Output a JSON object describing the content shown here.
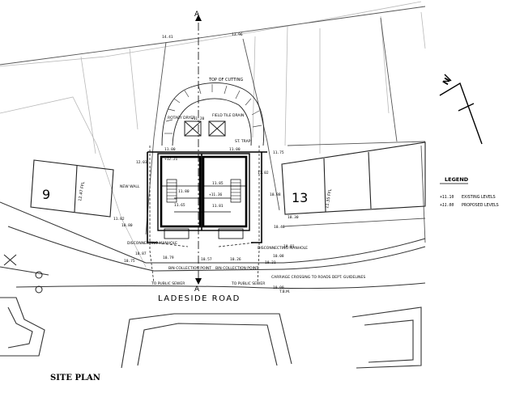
{
  "drawing": {
    "title": "SITE PLAN",
    "road_name": "LADESIDE ROAD",
    "section_marks": {
      "top": "A",
      "bottom": "A"
    },
    "north_label": "N"
  },
  "legend": {
    "heading": "LEGEND",
    "items": [
      {
        "symbol": "+11.10",
        "text": "EXISTING LEVELS"
      },
      {
        "symbol": "+11.00",
        "text": "PROPOSED LEVELS"
      }
    ]
  },
  "plot_numbers": {
    "left": "9",
    "right": "13"
  },
  "annotations": {
    "top_of_cutting": "TOP OF CUTTING",
    "rotary_dryer": "ROTARY DRYER",
    "field_tile_drain": "FIELD TILE DRAIN",
    "st_trap": "ST. TRAP",
    "new_wall": "NEW WALL",
    "disconnecting_manhole_left": "DISCONNECTING MANHOLE",
    "disconnecting_manhole_right": "DISCONNECTING MANHOLE",
    "bin_point_left": "BIN COLLECTION POINT",
    "bin_point_right": "BIN COLLECTION POINT",
    "to_public_sewer_left": "TO PUBLIC SEWER",
    "to_public_sewer_right": "TO PUBLIC SEWER",
    "carriage_crossing": "CARRIAGE CROSSING TO ROADS DEPT. GUIDELINES",
    "tbm": "T.B.M.",
    "ffl_left": "12.47 FFL",
    "ffl_right": "11.35 FFL"
  },
  "levels": [
    {
      "id": "lv-1441",
      "text": "14.41"
    },
    {
      "id": "lv-1396",
      "text": "13.96"
    },
    {
      "id": "lv-1120",
      "text": "+11.20"
    },
    {
      "id": "lv-1100a",
      "text": "11.00"
    },
    {
      "id": "lv-1100b",
      "text": "11.00"
    },
    {
      "id": "lv-1221",
      "text": "+12.21"
    },
    {
      "id": "lv-1203",
      "text": "12.03"
    },
    {
      "id": "lv-1180",
      "text": "11.80"
    },
    {
      "id": "lv-1136",
      "text": "+11.36"
    },
    {
      "id": "lv-1185",
      "text": "11.85"
    },
    {
      "id": "lv-1175",
      "text": "11.75"
    },
    {
      "id": "lv-1088",
      "text": "10.88"
    },
    {
      "id": "lv-1030",
      "text": "10.30"
    },
    {
      "id": "lv-1046",
      "text": "10.46"
    },
    {
      "id": "lv-1182",
      "text": "11.82"
    },
    {
      "id": "lv-1165",
      "text": "11.65"
    },
    {
      "id": "lv-1181",
      "text": "11.81"
    },
    {
      "id": "lv-1102",
      "text": "11.02"
    },
    {
      "id": "lv-1080",
      "text": "10.80"
    },
    {
      "id": "lv-1079",
      "text": "10.79"
    },
    {
      "id": "lv-1057",
      "text": "10.57"
    },
    {
      "id": "lv-1026",
      "text": "10.26"
    },
    {
      "id": "lv-1008",
      "text": "10.08"
    },
    {
      "id": "lv-1021",
      "text": "10.21"
    },
    {
      "id": "lv-1000",
      "text": "10.00"
    },
    {
      "id": "lv-1075",
      "text": "10.75"
    },
    {
      "id": "lv-1087",
      "text": "10.87"
    },
    {
      "id": "lv-1081",
      "text": "10.81"
    }
  ]
}
